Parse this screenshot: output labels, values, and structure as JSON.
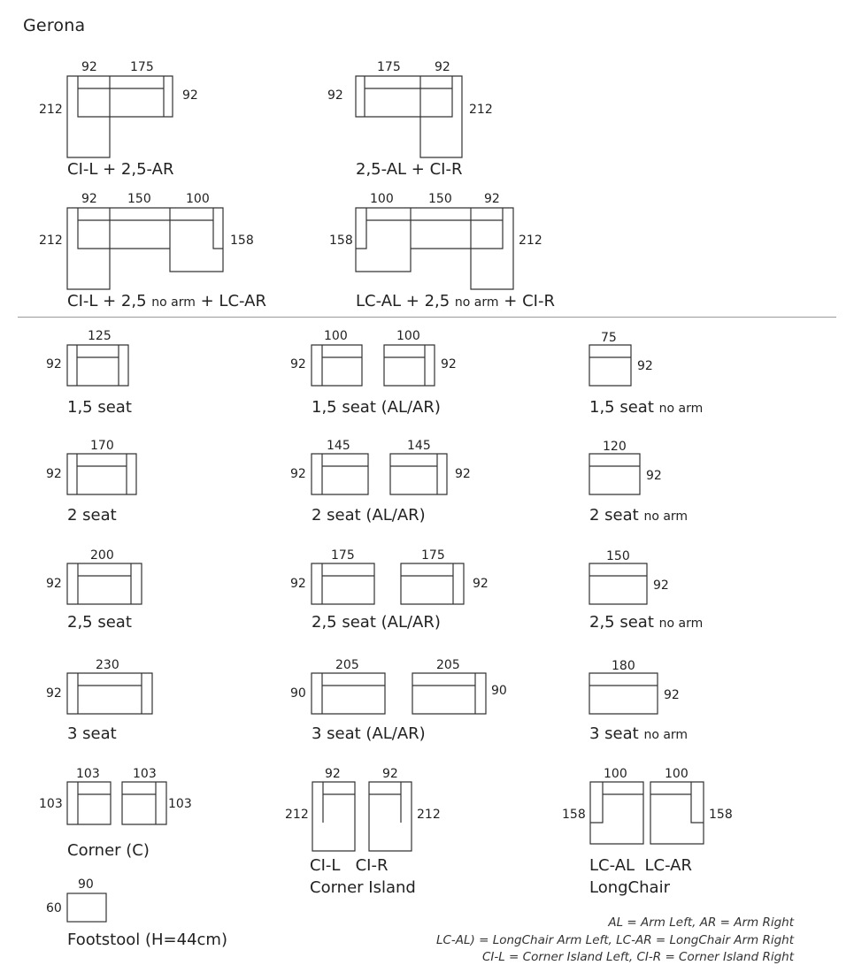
{
  "title": "Gerona",
  "top_combinations": [
    {
      "label": "CI-L + 2,5-AR",
      "dims": [
        "92",
        "175",
        "212",
        "92"
      ]
    },
    {
      "label": "2,5-AL + CI-R",
      "dims": [
        "175",
        "92",
        "92",
        "212"
      ]
    },
    {
      "label_parts": [
        "CI-L + 2,5 ",
        "no arm",
        " + LC-AR"
      ],
      "dims": [
        "92",
        "150",
        "100",
        "212",
        "158"
      ]
    },
    {
      "label_parts": [
        "LC-AL + 2,5 ",
        "no arm",
        " + CI-R"
      ],
      "dims": [
        "100",
        "150",
        "92",
        "158",
        "212"
      ]
    }
  ],
  "modules": [
    {
      "label": "1,5 seat",
      "w": "125",
      "d": "92"
    },
    {
      "label": "1,5 seat (AL/AR)",
      "w1": "100",
      "w2": "100",
      "d1": "92",
      "d2": "92"
    },
    {
      "label": "1,5 seat",
      "label_small": "no arm",
      "w": "75",
      "d": "92"
    },
    {
      "label": "2 seat",
      "w": "170",
      "d": "92"
    },
    {
      "label": "2 seat (AL/AR)",
      "w1": "145",
      "w2": "145",
      "d1": "92",
      "d2": "92"
    },
    {
      "label": "2 seat",
      "label_small": "no arm",
      "w": "120",
      "d": "92"
    },
    {
      "label": "2,5 seat",
      "w": "200",
      "d": "92"
    },
    {
      "label": "2,5 seat (AL/AR)",
      "w1": "175",
      "w2": "175",
      "d1": "92",
      "d2": "92"
    },
    {
      "label": "2,5 seat",
      "label_small": "no arm",
      "w": "150",
      "d": "92"
    },
    {
      "label": "3 seat",
      "w": "230",
      "d": "92"
    },
    {
      "label": "3 seat (AL/AR)",
      "w1": "205",
      "w2": "205",
      "d1": "90",
      "d2": "90"
    },
    {
      "label": "3 seat",
      "label_small": "no arm",
      "w": "180",
      "d": "92"
    },
    {
      "label": "Corner (C)",
      "w1": "103",
      "w2": "103",
      "d1": "103",
      "d2": "103"
    },
    {
      "label_lines": [
        "CI-L   CI-R",
        "Corner Island"
      ],
      "w1": "92",
      "w2": "92",
      "d1": "212",
      "d2": "212"
    },
    {
      "label_lines": [
        "LC-AL  LC-AR",
        "LongChair"
      ],
      "w1": "100",
      "w2": "100",
      "d1": "158",
      "d2": "158"
    },
    {
      "label": "Footstool (H=44cm)",
      "w": "90",
      "d": "60"
    }
  ],
  "legend": [
    "AL = Arm Left,  AR = Arm Right",
    "LC-AL) = LongChair Arm Left, LC-AR = LongChair Arm Right",
    "CI-L = Corner Island Left, CI-R = Corner Island Right"
  ]
}
